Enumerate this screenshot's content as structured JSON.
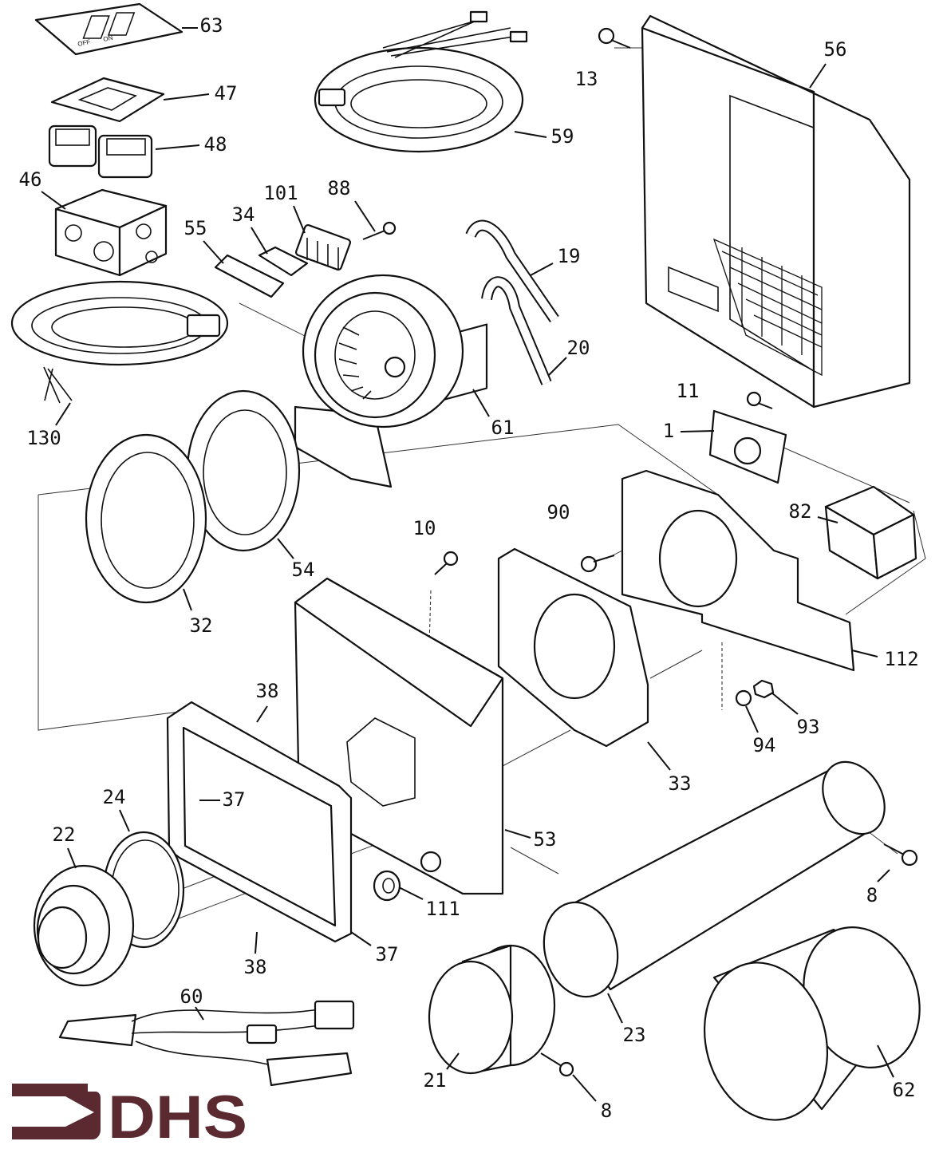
{
  "diagram": {
    "type": "exploded parts diagram",
    "logo": {
      "text": "DHS",
      "color": "#5a2a30"
    },
    "switch_plate_text": {
      "off": "OFF",
      "on": "ON"
    },
    "part_labels": [
      {
        "id": "63",
        "part": "switch-plate"
      },
      {
        "id": "47",
        "part": "switch-bracket"
      },
      {
        "id": "48",
        "part": "rocker-switches"
      },
      {
        "id": "46",
        "part": "electrical-box"
      },
      {
        "id": "101",
        "part": "terminal-block"
      },
      {
        "id": "88",
        "part": "screw"
      },
      {
        "id": "55",
        "part": "plate"
      },
      {
        "id": "34",
        "part": "gasket"
      },
      {
        "id": "59",
        "part": "wire-harness"
      },
      {
        "id": "19",
        "part": "hose"
      },
      {
        "id": "20",
        "part": "hose"
      },
      {
        "id": "61",
        "part": "blower"
      },
      {
        "id": "13",
        "part": "screw"
      },
      {
        "id": "56",
        "part": "hood"
      },
      {
        "id": "11",
        "part": "screw"
      },
      {
        "id": "1",
        "part": "pressure-switch"
      },
      {
        "id": "130",
        "part": "cable"
      },
      {
        "id": "82",
        "part": "control-box"
      },
      {
        "id": "90",
        "part": "screw"
      },
      {
        "id": "54",
        "part": "ring"
      },
      {
        "id": "32",
        "part": "gasket-ring"
      },
      {
        "id": "10",
        "part": "screw"
      },
      {
        "id": "112",
        "part": "mounting-bracket"
      },
      {
        "id": "93",
        "part": "nut"
      },
      {
        "id": "94",
        "part": "lock-washer"
      },
      {
        "id": "33",
        "part": "gasket-plate"
      },
      {
        "id": "38",
        "part": "frame-gasket"
      },
      {
        "id": "37",
        "part": "frame"
      },
      {
        "id": "53",
        "part": "housing-plate"
      },
      {
        "id": "22",
        "part": "vent-cap"
      },
      {
        "id": "24",
        "part": "gasket"
      },
      {
        "id": "111",
        "part": "grommet"
      },
      {
        "id": "37",
        "part": "frame"
      },
      {
        "id": "38",
        "part": "frame-gasket"
      },
      {
        "id": "8",
        "part": "screw"
      },
      {
        "id": "60",
        "part": "wire-harness"
      },
      {
        "id": "21",
        "part": "end-cap"
      },
      {
        "id": "8",
        "part": "screw"
      },
      {
        "id": "23",
        "part": "pipe"
      },
      {
        "id": "62",
        "part": "outer-sleeve"
      }
    ]
  }
}
